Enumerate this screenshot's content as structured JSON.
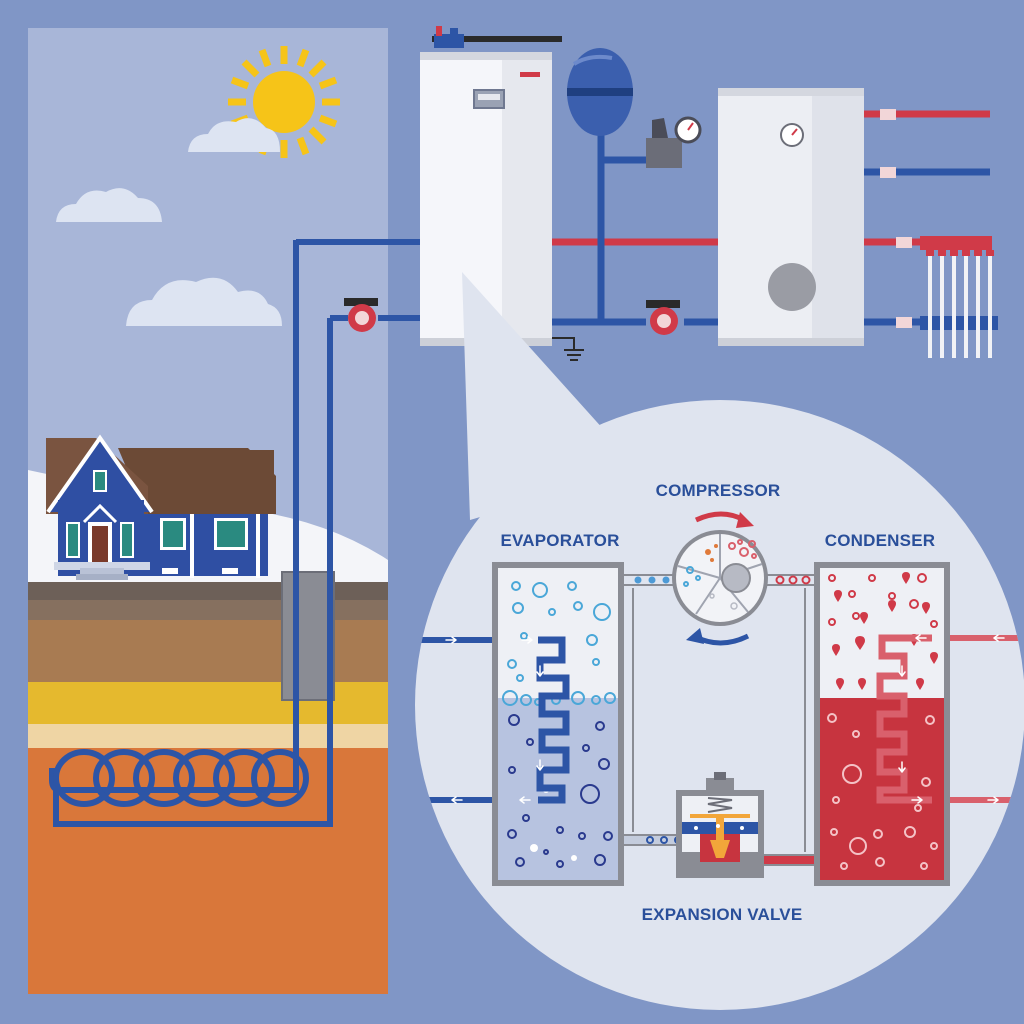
{
  "labels": {
    "compressor": "COMPRESSOR",
    "evaporator": "EVAPORATOR",
    "condenser": "CONDENSER",
    "expansion_valve": "EXPANSION VALVE"
  },
  "colors": {
    "background": "#8096c6",
    "sky": "#a8b6d8",
    "cold_pipe": "#2d55a6",
    "hot_pipe": "#d03a48",
    "ground_orange": "#d9773a",
    "ground_yellow": "#e5b92e",
    "bubble_zoom": "#dfe4ef",
    "label_text": "#2a4f9a"
  }
}
